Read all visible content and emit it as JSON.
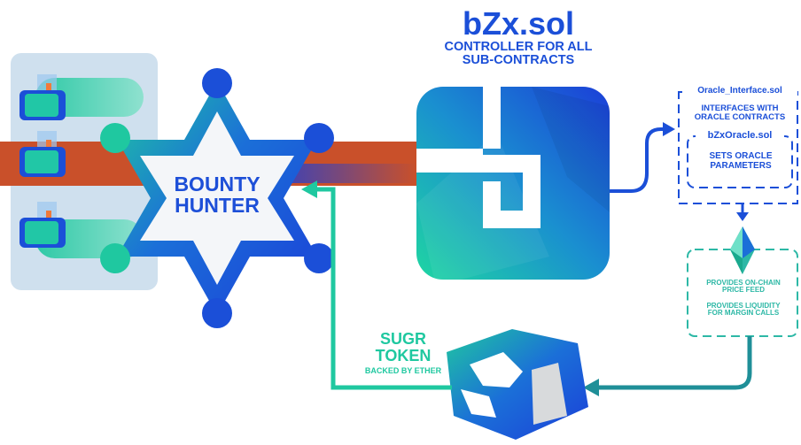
{
  "bzx": {
    "title": "bZx.sol",
    "subtitle_line1": "CONTROLLER FOR ALL",
    "subtitle_line2": "SUB-CONTRACTS"
  },
  "bounty": {
    "line1": "BOUNTY",
    "line2": "HUNTER"
  },
  "sugr": {
    "line1": "SUGR",
    "line2": "TOKEN",
    "sub": "BACKED BY ETHER"
  },
  "oracle": {
    "title": "Oracle_Interface.sol",
    "sub_line1": "INTERFACES WITH",
    "sub_line2": "ORACLE CONTRACTS",
    "bzx_oracle_title": "bZxOracle.sol",
    "bzx_oracle_line1": "SETS ORACLE",
    "bzx_oracle_line2": "PARAMETERS"
  },
  "feed": {
    "line1": "PROVIDES ON-CHAIN",
    "line2": "PRICE FEED",
    "line3": "PROVIDES LIQUIDITY",
    "line4": "FOR MARGIN CALLS"
  },
  "colors": {
    "blue": "#1b4fd8",
    "teal": "#1fc8a0",
    "orange": "#c9502a",
    "panel": "#cfe0ee",
    "dash_teal": "#2db8a6"
  }
}
